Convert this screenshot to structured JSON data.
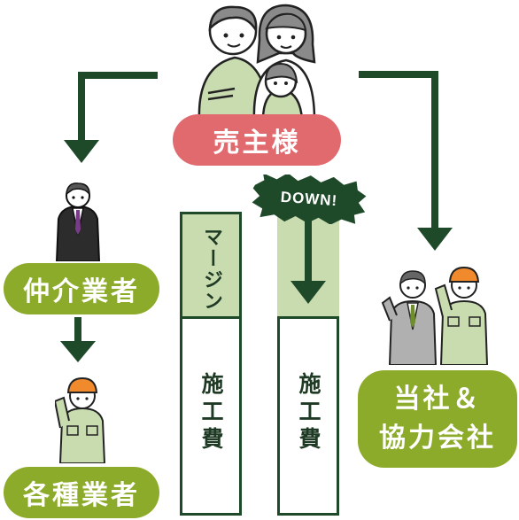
{
  "nodes": {
    "seller": "売主様",
    "broker": "仲介業者",
    "trades": "各種業者",
    "company_line1": "当社＆",
    "company_line2": "協力会社"
  },
  "cost_columns": {
    "left_margin_label": "マージン",
    "left_cost_label": "施工費",
    "right_cost_label": "施工費"
  },
  "down_badge": "DOWN!",
  "colors": {
    "green": "#8dab2a",
    "red": "#e16a6f",
    "dark_green": "#1f4a2a",
    "light_green": "#c9dcb0"
  }
}
